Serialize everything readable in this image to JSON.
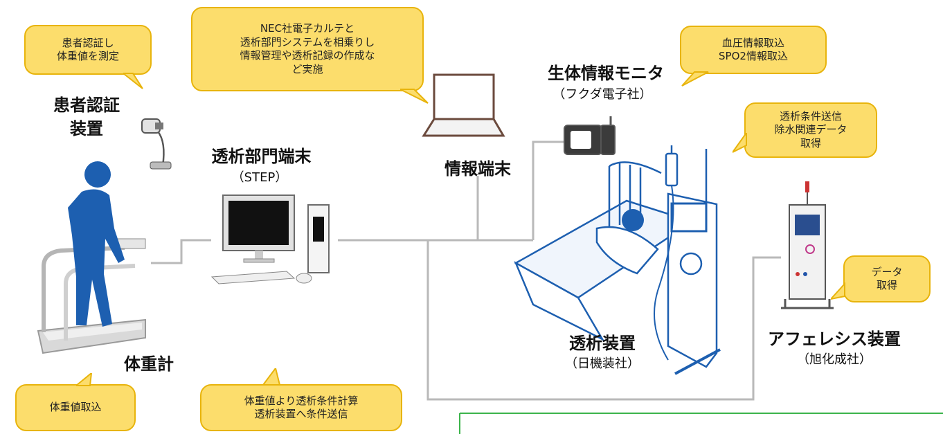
{
  "bubbles": {
    "patient_auth": [
      "患者認証し",
      "体重値を測定"
    ],
    "nec": [
      "NEC社電子カルテと",
      "透析部門システムを相乗りし",
      "情報管理や透析記録の作成な",
      "ど実施"
    ],
    "vital": [
      "血圧情報取込",
      "SPO2情報取込"
    ],
    "dialysis_cond": [
      "透析条件送信",
      "除水関連データ",
      "取得"
    ],
    "data_get": [
      "データ",
      "取得"
    ],
    "weight_in": [
      "体重値取込"
    ],
    "weight_calc": [
      "体重値より透析条件計算",
      "透析装置へ条件送信"
    ]
  },
  "labels": {
    "auth_device": [
      "患者認証",
      "装置"
    ],
    "terminal": "透析部門端末",
    "terminal_sub": "（STEP）",
    "info_terminal": "情報端末",
    "vital_monitor": "生体情報モニタ",
    "vital_monitor_sub": "（フクダ電子社）",
    "dialysis_machine": "透析装置",
    "dialysis_machine_sub": "（日機装社）",
    "apheresis": "アフェレシス装置",
    "apheresis_sub": "（旭化成社）",
    "scale": "体重計"
  },
  "colors": {
    "bubble_fill": "#fcdd6c",
    "bubble_border": "#e8b40c",
    "figure_blue": "#1d5fb0",
    "line_gray": "#b9b9b9",
    "green_line": "#3cb44b"
  }
}
